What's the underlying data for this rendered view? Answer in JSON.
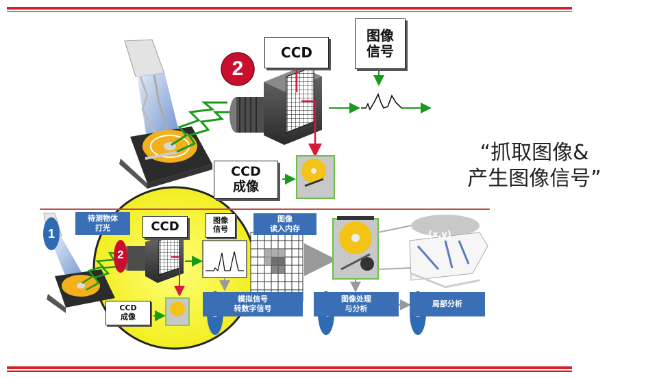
{
  "top": {
    "step_number": "2",
    "ccd_label": "CCD",
    "image_signal_label": "图像\n信号",
    "ccd_imaging_label": "CCD\n成像"
  },
  "quote": {
    "line1": "“抓取图像&",
    "line2": "产生图像信号”"
  },
  "bottom": {
    "step1_number": "1",
    "step1_label": "待测物体\n打光",
    "step2_number": "2",
    "ccd_label": "CCD",
    "image_signal_label": "图像\n信号",
    "read_memory_label": "图像\n读入内存",
    "ccd_imaging_label": "CCD\n成像",
    "step3_number": "3",
    "step3_label": "模拟信号\n转数字信号",
    "step4_number": "4",
    "step4_label": "图像处理\n与分析",
    "step5_number": "5",
    "step5_label": "局部分析",
    "coord_label": "(x,y)"
  },
  "colors": {
    "red_rule": "#d62027",
    "blue_box": "#3a6eb5",
    "yellow": "#f5f13a",
    "green_arrow": "#1a9a1a",
    "red_badge": "#c8102e"
  }
}
